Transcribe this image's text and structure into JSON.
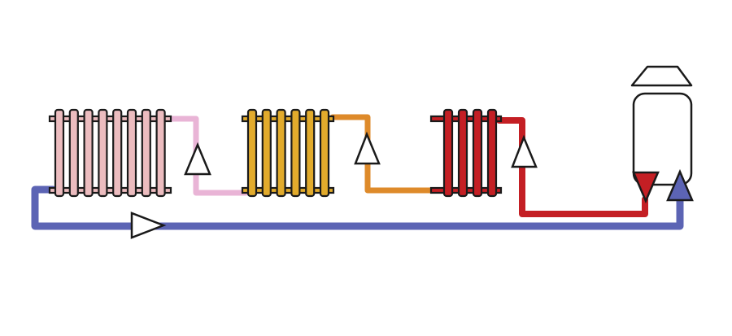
{
  "colors": {
    "background": "#ffffff",
    "outline": "#1a1a1a",
    "return_pipe": "#5c64b4",
    "radiator_1_fill": "#ecbcbf",
    "radiator_2_fill": "#e2ab2c",
    "radiator_3_fill": "#c41f24",
    "pipe_1_to_2": "#e9b4d6",
    "pipe_2_to_3": "#de8a2a",
    "supply_pipe": "#c41f24",
    "boiler_fill": "#ffffff",
    "boiler_outlet_arrow": "#c41f24",
    "boiler_inlet_arrow": "#5c64b4",
    "flow_arrow_fill": "#ffffff"
  },
  "diagram": {
    "type": "heating-loop",
    "radiators": [
      {
        "name": "radiator-1",
        "sections": 8,
        "heat_level": "cool"
      },
      {
        "name": "radiator-2",
        "sections": 6,
        "heat_level": "warm"
      },
      {
        "name": "radiator-3",
        "sections": 4,
        "heat_level": "hot"
      }
    ],
    "boiler": {
      "name": "boiler"
    },
    "flow_arrows": [
      {
        "name": "flow-arrow-return",
        "direction": "right"
      },
      {
        "name": "flow-arrow-pipe-1-2",
        "direction": "up"
      },
      {
        "name": "flow-arrow-pipe-2-3",
        "direction": "up"
      },
      {
        "name": "flow-arrow-supply",
        "direction": "up"
      },
      {
        "name": "boiler-outlet-arrow",
        "direction": "down"
      },
      {
        "name": "boiler-inlet-arrow",
        "direction": "up"
      }
    ]
  }
}
